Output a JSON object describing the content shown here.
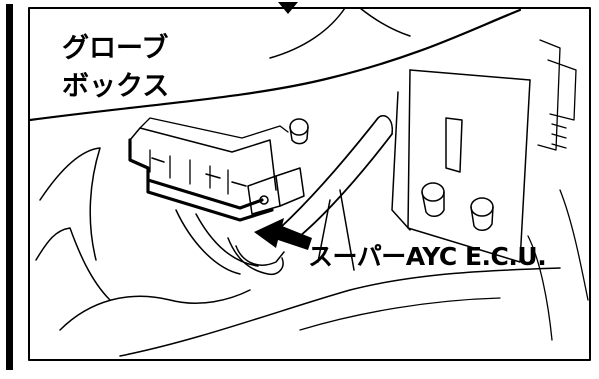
{
  "labels": {
    "glovebox_line1": "グローブ",
    "glovebox_line2": "ボックス",
    "ecu": "スーパーAYC E.C.U."
  },
  "colors": {
    "line": "#000000",
    "background": "#ffffff"
  }
}
